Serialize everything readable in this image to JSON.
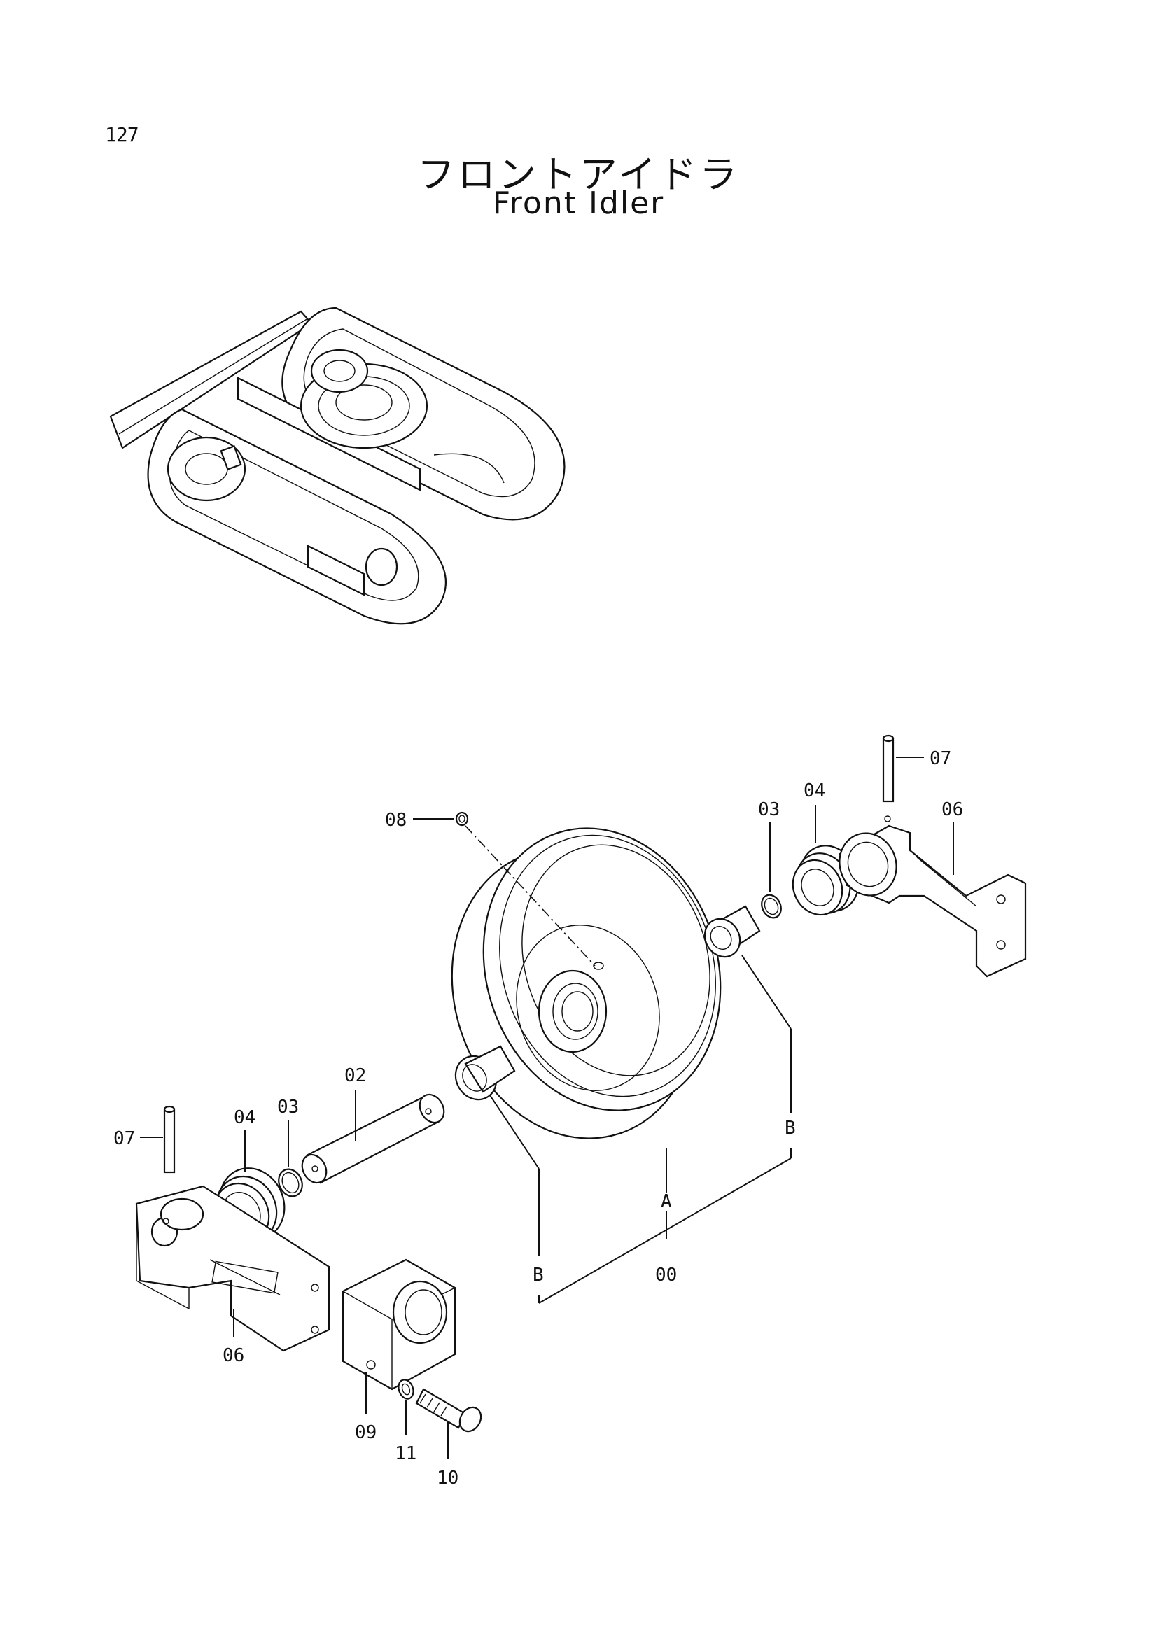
{
  "header": {
    "page_number": "127",
    "title_ja": "フロントアイドラ",
    "title_en": "Front Idler"
  },
  "callouts": {
    "c00": "00",
    "c02": "02",
    "c03_left": "03",
    "c03_right": "03",
    "c04_left": "04",
    "c04_right": "04",
    "c06_left": "06",
    "c06_right": "06",
    "c07_left": "07",
    "c07_right": "07",
    "c08": "08",
    "c09": "09",
    "c10": "10",
    "c11": "11",
    "ref_a": "A",
    "ref_b_left": "B",
    "ref_b_right": "B"
  }
}
